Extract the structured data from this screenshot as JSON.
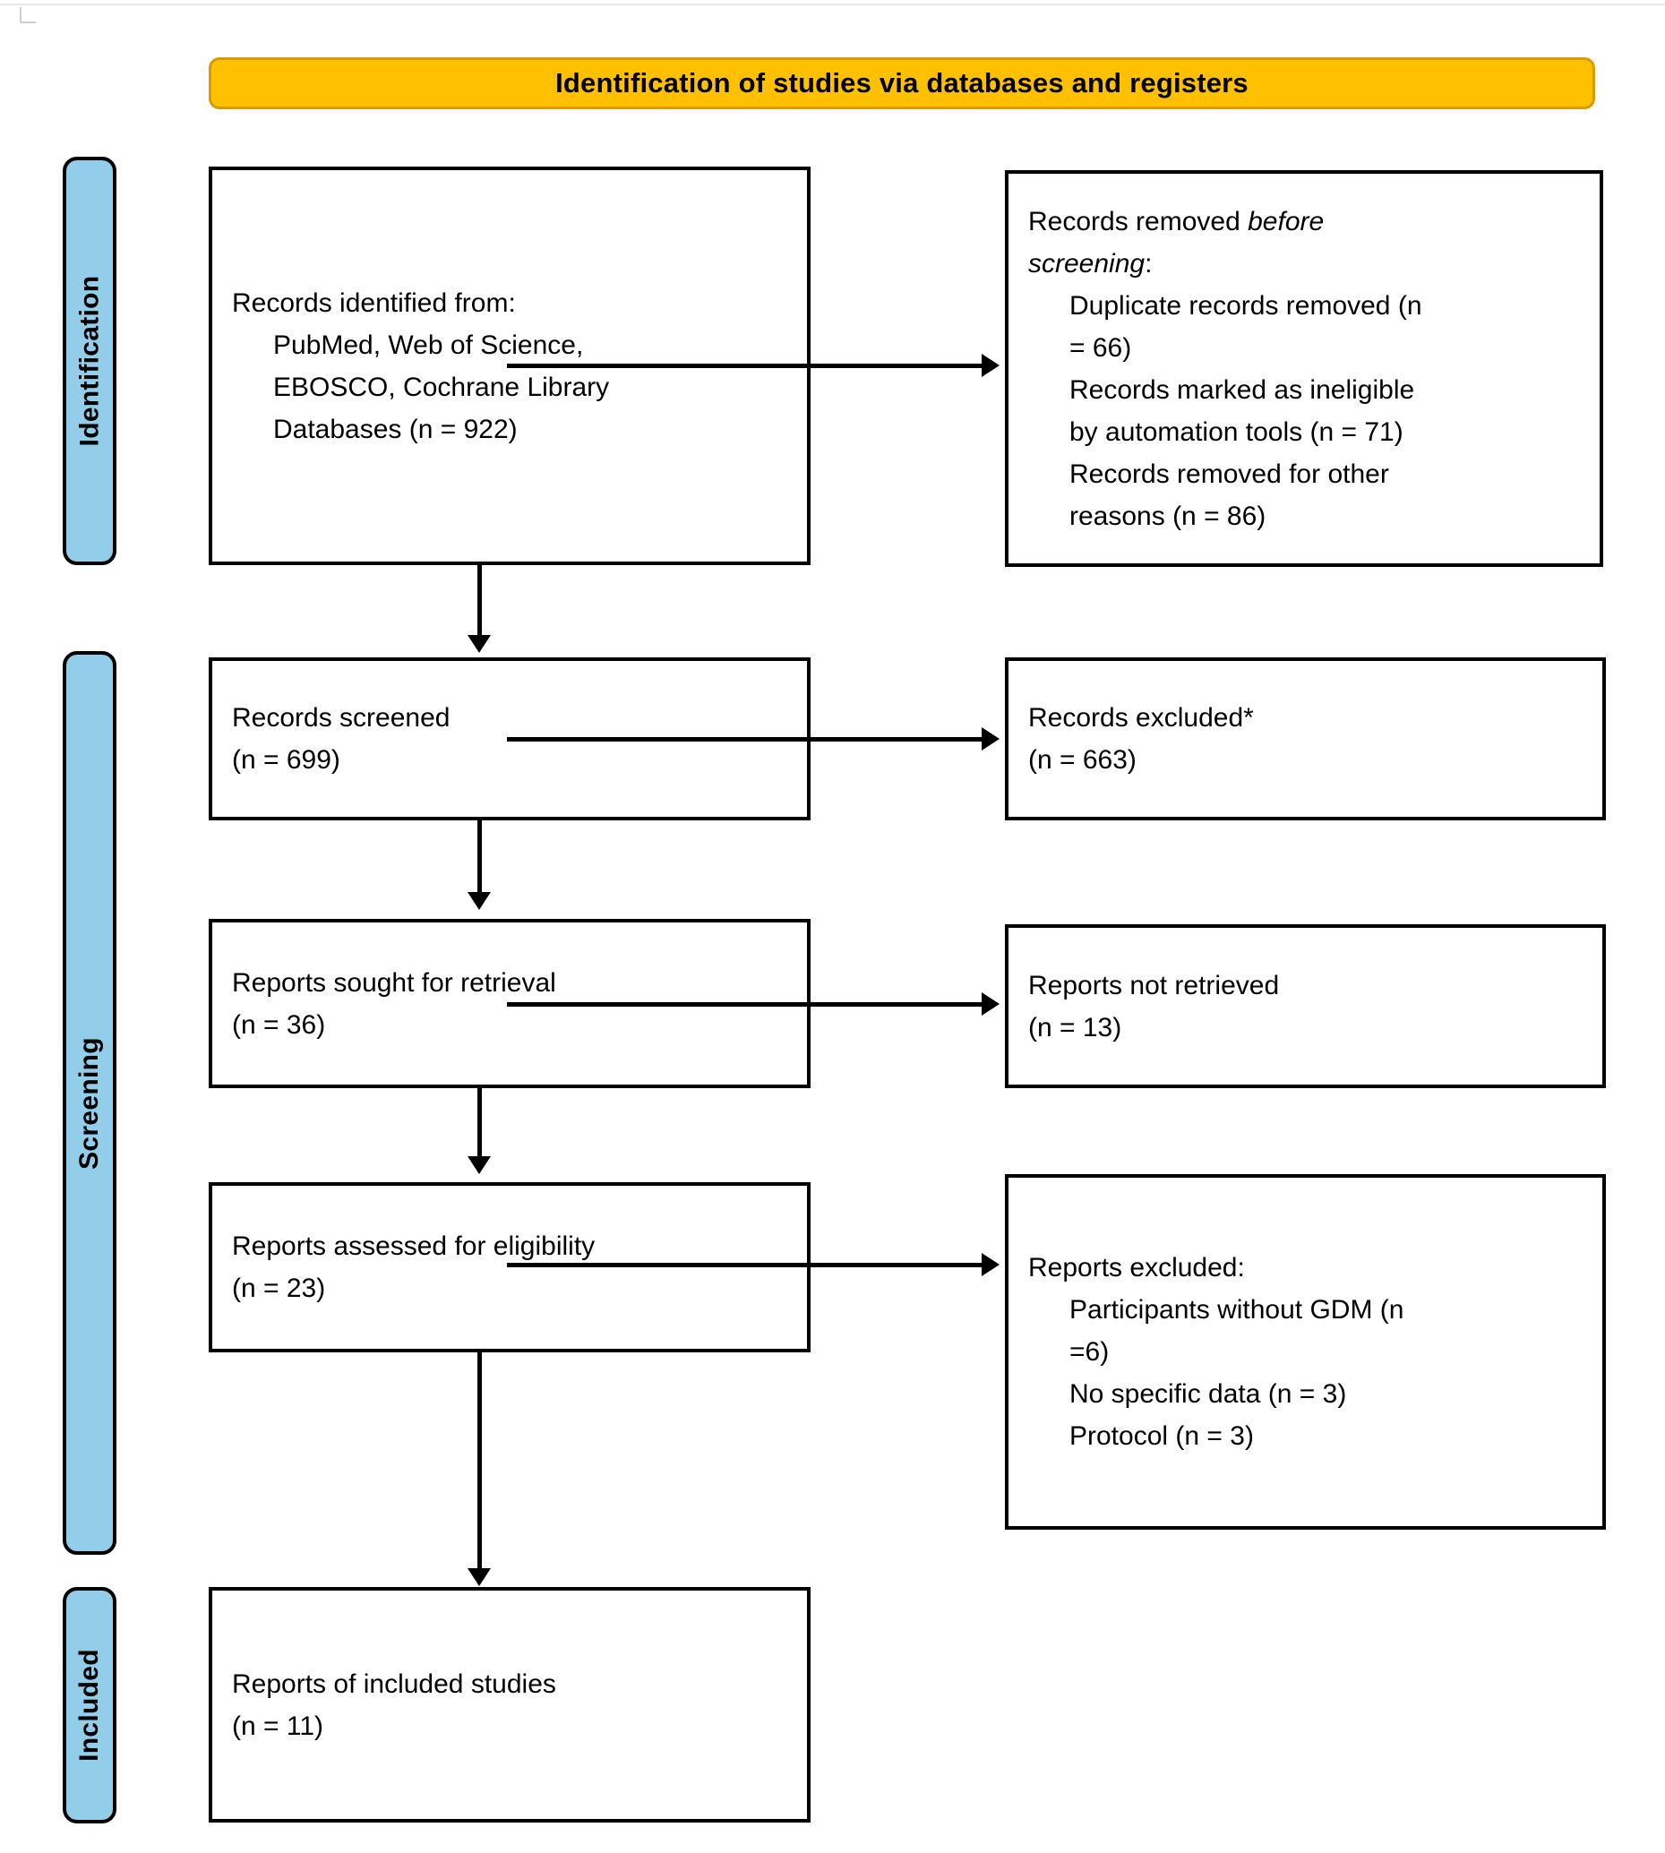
{
  "diagram": {
    "title": "PRISMA flow diagram",
    "colors": {
      "banner_fill": "#FFC000",
      "banner_border": "#D99A00",
      "phase_fill": "#92CDEA",
      "box_border": "#000000",
      "background": "#FFFFFF"
    },
    "banner": {
      "label": "Identification of studies via databases and registers"
    },
    "phases": [
      {
        "id": "identification",
        "label": "Identification"
      },
      {
        "id": "screening",
        "label": "Screening"
      },
      {
        "id": "included",
        "label": "Included"
      }
    ],
    "nodes": [
      {
        "id": "records-identified",
        "column": "left",
        "lines": [
          {
            "text": "Records identified from:",
            "indent": false,
            "italic": false
          },
          {
            "text": "PubMed, Web of Science,",
            "indent": true,
            "italic": false
          },
          {
            "text": "EBOSCO, Cochrane Library",
            "indent": true,
            "italic": false
          },
          {
            "text": "Databases (n = 922)",
            "indent": true,
            "italic": false
          }
        ]
      },
      {
        "id": "records-removed-before-screening",
        "column": "right",
        "lines": [
          {
            "text": "Records removed ",
            "indent": false,
            "italic": false,
            "trailing_italic": "before"
          },
          {
            "text": "screening",
            "indent": false,
            "italic": true,
            "trailing_plain": ":"
          },
          {
            "text": "Duplicate records removed (n",
            "indent": true,
            "italic": false
          },
          {
            "text": "= 66)",
            "indent": true,
            "italic": false
          },
          {
            "text": "Records marked as ineligible",
            "indent": true,
            "italic": false
          },
          {
            "text": "by automation tools (n = 71)",
            "indent": true,
            "italic": false
          },
          {
            "text": "Records removed for other",
            "indent": true,
            "italic": false
          },
          {
            "text": "reasons (n = 86)",
            "indent": true,
            "italic": false
          }
        ]
      },
      {
        "id": "records-screened",
        "column": "left",
        "lines": [
          {
            "text": "Records screened",
            "indent": false,
            "italic": false
          },
          {
            "text": "(n = 699)",
            "indent": false,
            "italic": false
          }
        ]
      },
      {
        "id": "records-excluded",
        "column": "right",
        "lines": [
          {
            "text": "Records excluded*",
            "indent": false,
            "italic": false
          },
          {
            "text": "(n = 663)",
            "indent": false,
            "italic": false
          }
        ]
      },
      {
        "id": "reports-sought",
        "column": "left",
        "lines": [
          {
            "text": "Reports sought for retrieval",
            "indent": false,
            "italic": false
          },
          {
            "text": "(n = 36)",
            "indent": false,
            "italic": false
          }
        ]
      },
      {
        "id": "reports-not-retrieved",
        "column": "right",
        "lines": [
          {
            "text": "Reports not retrieved",
            "indent": false,
            "italic": false
          },
          {
            "text": "(n = 13)",
            "indent": false,
            "italic": false
          }
        ]
      },
      {
        "id": "reports-assessed",
        "column": "left",
        "lines": [
          {
            "text": "Reports assessed for eligibility",
            "indent": false,
            "italic": false
          },
          {
            "text": "(n = 23)",
            "indent": false,
            "italic": false
          }
        ]
      },
      {
        "id": "reports-excluded",
        "column": "right",
        "lines": [
          {
            "text": "Reports excluded:",
            "indent": false,
            "italic": false
          },
          {
            "text": "Participants without GDM (n",
            "indent": true,
            "italic": false
          },
          {
            "text": "=6)",
            "indent": true,
            "italic": false
          },
          {
            "text": "No specific data (n = 3)",
            "indent": true,
            "italic": false
          },
          {
            "text": "Protocol (n = 3)",
            "indent": true,
            "italic": false
          }
        ]
      },
      {
        "id": "reports-included",
        "column": "left",
        "lines": [
          {
            "text": "Reports of included studies",
            "indent": false,
            "italic": false
          },
          {
            "text": "(n = 11)",
            "indent": false,
            "italic": false
          }
        ]
      }
    ],
    "text": {
      "n_identified": "922",
      "n_duplicates_removed": "66",
      "n_ineligible_automation": "71",
      "n_removed_other": "86",
      "n_screened": "699",
      "n_excluded": "663",
      "n_sought": "36",
      "n_not_retrieved": "13",
      "n_assessed": "23",
      "n_without_gdm": "6",
      "n_no_specific_data": "3",
      "n_protocol": "3",
      "n_included": "11"
    }
  }
}
